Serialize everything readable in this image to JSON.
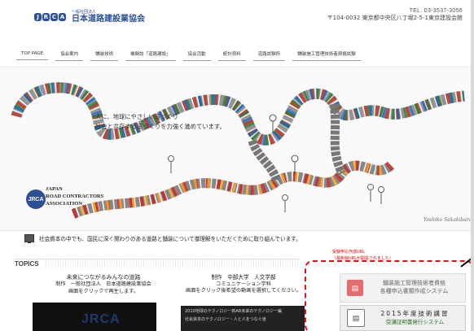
{
  "header": {
    "logo_letters": [
      "J",
      "R",
      "C",
      "A"
    ],
    "org_small": "一般社団法人",
    "org_name": "日本道路建設業協会",
    "tel": "TEL. 03-3537-3056",
    "address": "〒104-0032 東京都中央区八丁堀2-5-1東京建設会館"
  },
  "nav": {
    "items": [
      "TOP PAGE",
      "協会案内",
      "舗装技術",
      "機関誌「道路建設」",
      "協会活動",
      "統計資料",
      "道路試験所",
      "舗装施工管理技術者資格試験"
    ]
  },
  "hero": {
    "slogan_1": "人に、地球にやさしい道づくり",
    "slogan_2": "社会と共存する道づくりを力強く進めています。",
    "badge": "JRCA",
    "en_1": "JAPAN",
    "en_2": "ROAD CONTRACTORS",
    "en_3": "ASSOCIATION",
    "signature": "Yoshiko Sakakibara"
  },
  "intro": {
    "text": "社会資本の中でも、国民に深く関わりのある道路と舗装について御理解をいただくために取り組んでいます。"
  },
  "topics": {
    "heading": "TOPICS",
    "col1": {
      "title": "未来につながるみんなの道路",
      "line2": "制作　一般社団法人　日本道路建設業協会",
      "line3": "画面をクリックで再生します。",
      "thumb_text": "JRCA"
    },
    "col2": {
      "title": "制作　中部大学　人文学部",
      "line2": "コミュニケーション学科",
      "line3": "画面をクリック後希望の動画を選択してください。",
      "thumb_row1": "2010地球のテクノロジー新AR未来のテクノロジー編",
      "thumb_row2": "社会資本のテクノロジー・人と人をつなぐ道"
    }
  },
  "sidebar": {
    "notice_1": "受験申込作成URL",
    "notice_2": "（最新版URLが開設されました）",
    "button_1": {
      "line1": "舗装施工管理技術者資格",
      "line2": "各種申込書類作成システム",
      "icon": "document-icon"
    },
    "button_2": {
      "line1": "2015年度技術講習",
      "line2": "受講証明書発行システム",
      "icon": "certificate-icon"
    }
  },
  "colors": {
    "brand_blue": "#2c4f97",
    "annotation_red": "#e01414"
  }
}
